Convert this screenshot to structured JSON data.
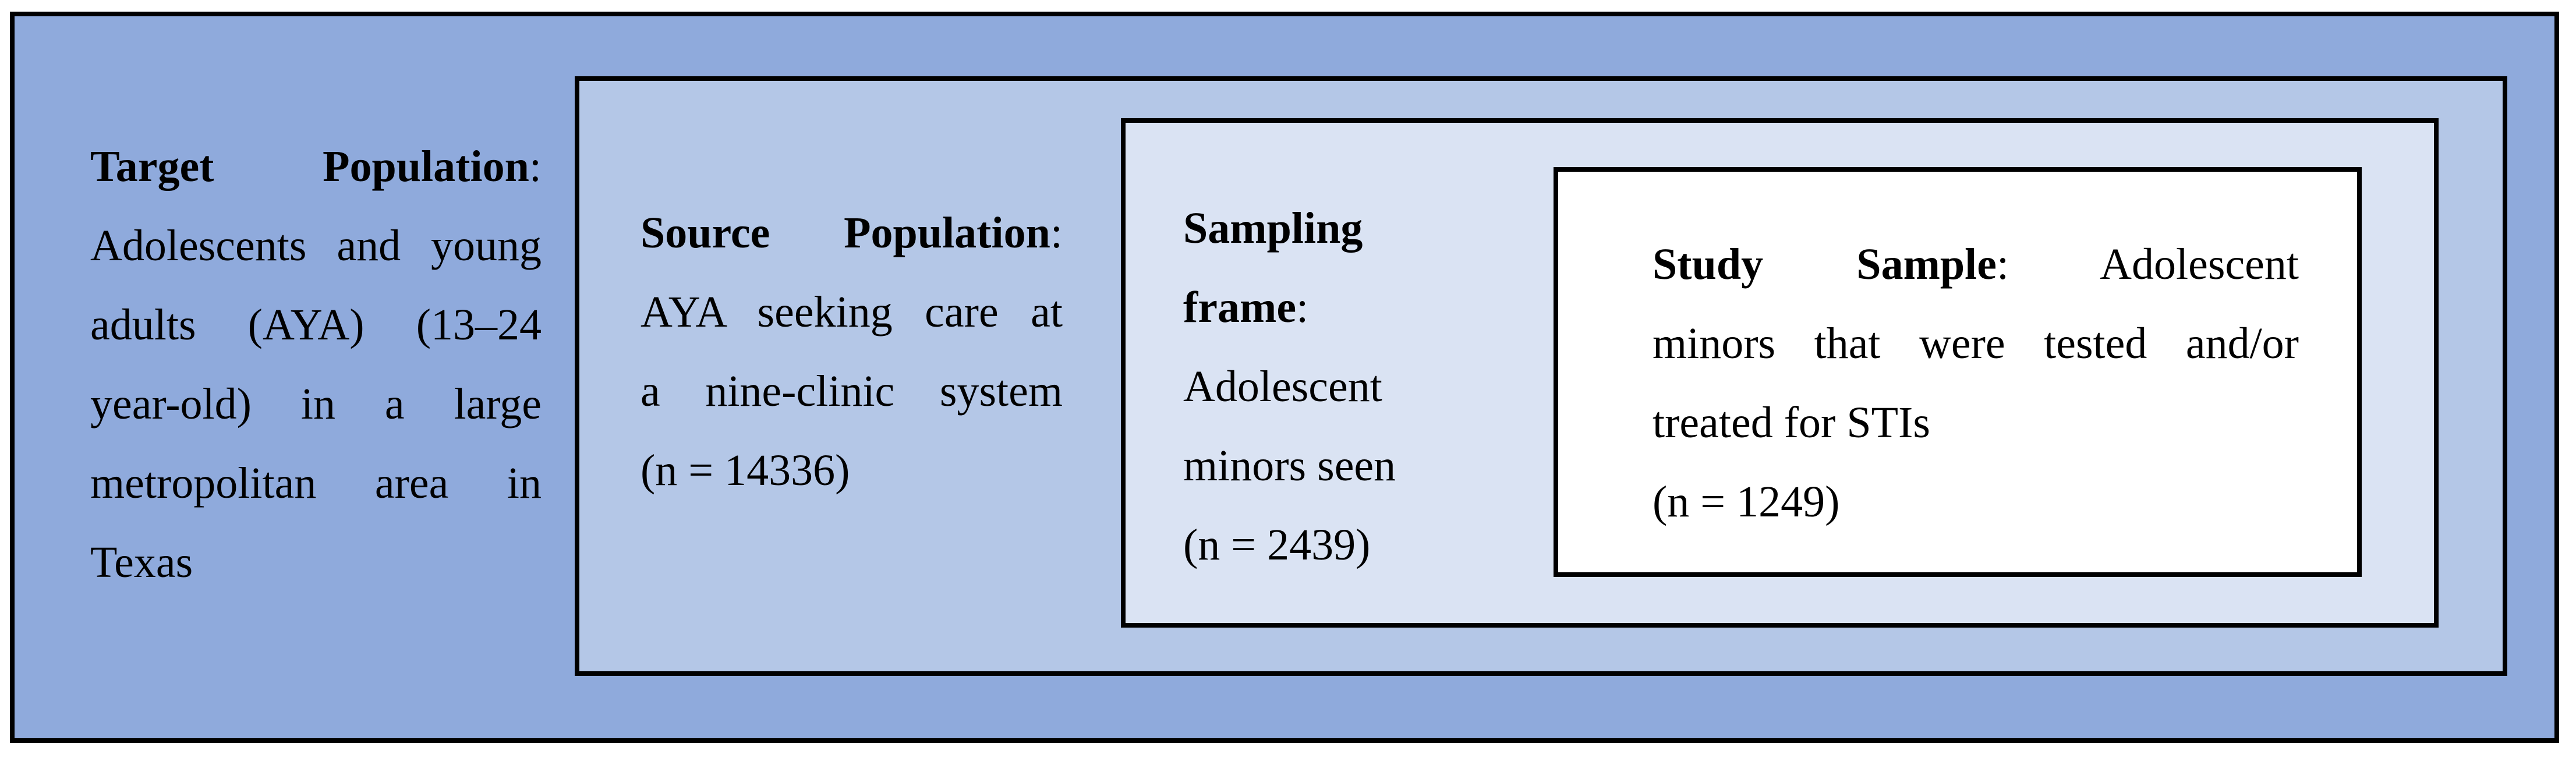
{
  "diagram": {
    "target_population": {
      "heading": "Target Population",
      "lines": [
        "Adolescents and young",
        "adults (AYA) (13–24",
        "year-old) in a large",
        "metropolitan area in",
        "Texas"
      ]
    },
    "source_population": {
      "heading": "Source Population",
      "lines": [
        "AYA seeking care at",
        "a nine-clinic system",
        "(n = 14336)"
      ]
    },
    "sampling_frame": {
      "heading_line1": "Sampling",
      "heading_line2": "frame",
      "lines": [
        "Adolescent",
        "minors seen",
        "(n = 2439)"
      ]
    },
    "study_sample": {
      "heading": "Study Sample",
      "first_line_rest": "Adolescent",
      "lines": [
        "minors that were tested and/or",
        "treated for STIs",
        "(n = 1249)"
      ]
    },
    "colors": {
      "outer": "#8faadc",
      "source": "#b4c7e7",
      "frame": "#dae3f3",
      "sample": "#ffffff",
      "border": "#000000"
    }
  }
}
